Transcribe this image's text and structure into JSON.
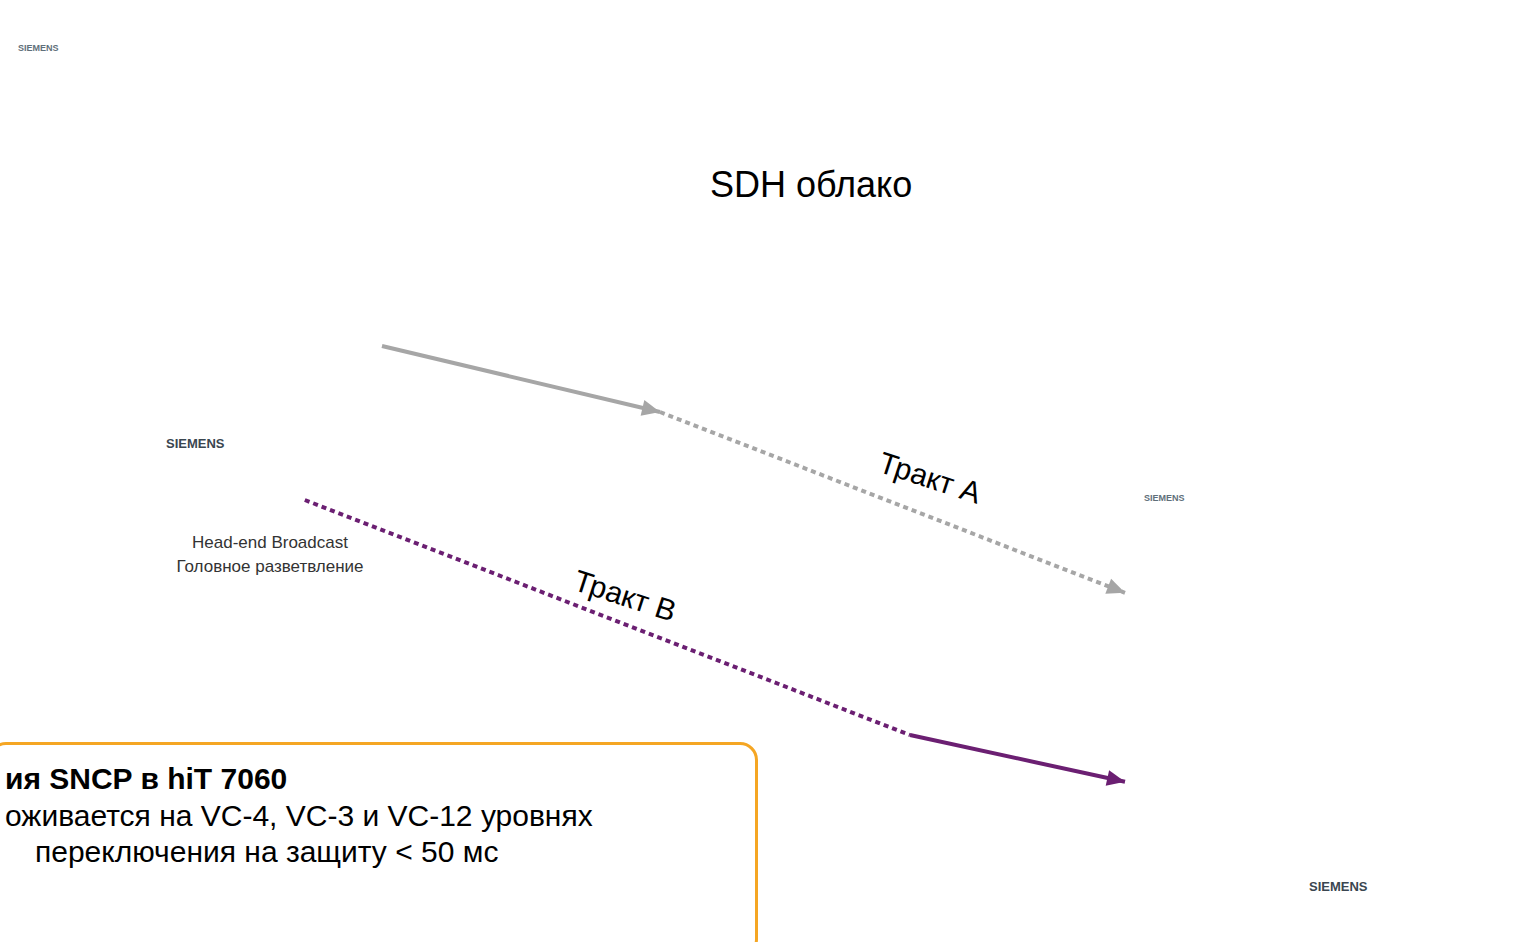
{
  "diagram": {
    "nodes": [
      {
        "text": [
          "SIEMENS",
          "SIEMENS"
        ]
      },
      {
        "text": [
          "SDH облако"
        ]
      },
      {
        "text": [
          "SIEMENS",
          "SIEMENS"
        ]
      },
      {
        "text": [
          "ия SNCP в hiT 7060",
          "оживается на VC-4, VC-3 и VC-12 уровнях",
          "переключения на защиту < 50 мс"
        ]
      }
    ],
    "edges": [
      {
        "from": 0,
        "to": 2,
        "arrow": "to",
        "label": "Тракт A"
      },
      {
        "from": 0,
        "to": 2,
        "arrow": "to",
        "label": "Тракт B"
      }
    ],
    "labels": [
      "Head-end Broadcast",
      "Головное разветвление"
    ]
  }
}
